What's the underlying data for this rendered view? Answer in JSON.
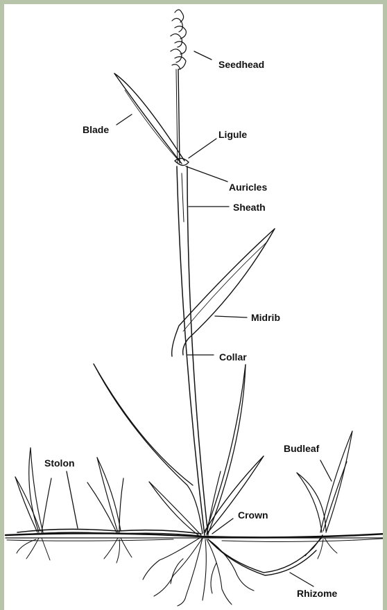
{
  "labels": {
    "seedhead": "Seedhead",
    "blade": "Blade",
    "ligule": "Ligule",
    "auricles": "Auricles",
    "sheath": "Sheath",
    "midrib": "Midrib",
    "collar": "Collar",
    "stolon": "Stolon",
    "budleaf": "Budleaf",
    "crown": "Crown",
    "rhizome": "Rhizome"
  },
  "colors": {
    "frame": "#b7c4a9",
    "ink": "#111111",
    "soil": "#222222"
  }
}
